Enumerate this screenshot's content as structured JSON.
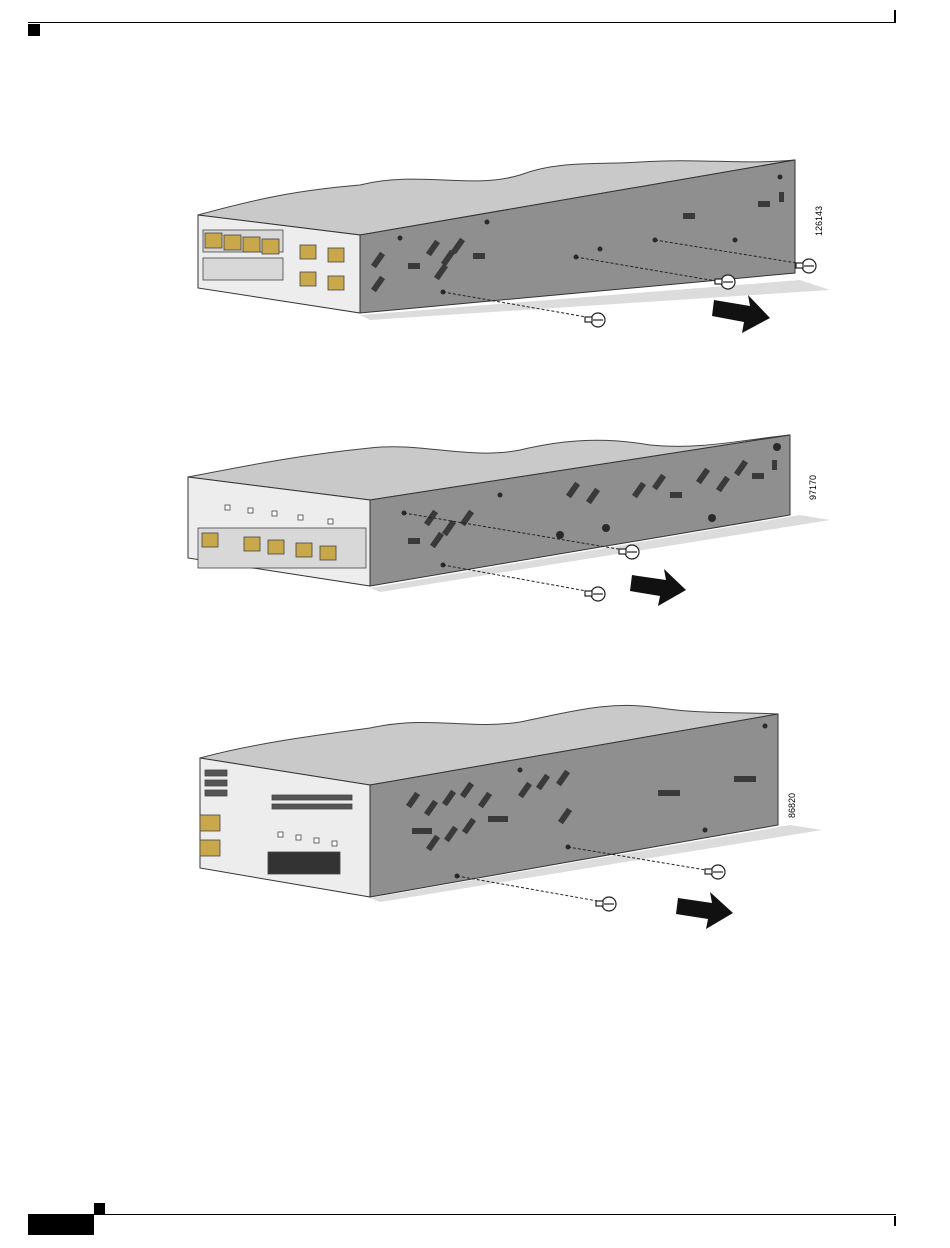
{
  "figures": [
    {
      "id_label": "126143"
    },
    {
      "id_label": "97170"
    },
    {
      "id_label": "86820"
    }
  ],
  "colors": {
    "chassis_top": "#c9c9c9",
    "chassis_side": "#8f8f8f",
    "chassis_front": "#ededed",
    "shadow": "#dcdcdc",
    "port_accent": "#c8a84a",
    "arrow": "#111111"
  }
}
